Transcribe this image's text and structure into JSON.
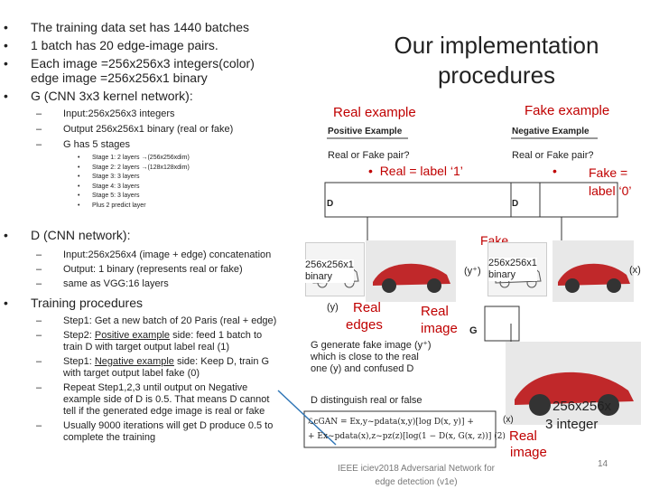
{
  "left": {
    "items": [
      {
        "text": "The training data set has 1440 batches"
      },
      {
        "text": "1 batch has 20 edge-image pairs."
      },
      {
        "text": "Each image =256x256x3 integers(color)"
      },
      {
        "text": "edge image =256x256x1 binary"
      },
      {
        "text": "G (CNN  3x3 kernel network):"
      }
    ],
    "g_sub": [
      "Input:256x256x3 integers",
      "Output 256x256x1 binary (real or fake)",
      "G has 5 stages"
    ],
    "g_stages": [
      "Stage 1: 2 layers →(256x256xdim)",
      "Stage 2: 2 layers →(128x128xdim)",
      "Stage 3: 3 layers",
      "Stage 4: 3 layers",
      "Stage 5: 3 layers",
      "Plus 2 predict layer"
    ],
    "d_head": "D  (CNN network):",
    "d_sub": [
      "Input:256x256x4 (image + edge) concatenation",
      "Output: 1 binary (represents real or fake)",
      "same as VGG:16 layers"
    ],
    "t_head": "Training procedures",
    "t_sub": [
      {
        "pre": "Step1: Get a new batch of 20 Paris (real + edge)",
        "mid": "",
        "post": ""
      },
      {
        "pre": "Step2: ",
        "mid": "Positive example",
        "post": " side: feed 1 batch to"
      },
      {
        "pre": "train D with target output label real (1)",
        "mid": "",
        "post": ""
      },
      {
        "pre": "Step1: ",
        "mid": "Negative example",
        "post": " side: Keep D, train G"
      },
      {
        "pre": "with target output label fake (0)",
        "mid": "",
        "post": ""
      },
      {
        "pre": "Repeat Step1,2,3 until output on Negative",
        "mid": "",
        "post": ""
      },
      {
        "pre": "example side of D is 0.5. That means D cannot",
        "mid": "",
        "post": ""
      },
      {
        "pre": "tell if the generated edge image is real or fake",
        "mid": "",
        "post": ""
      },
      {
        "pre": "Usually 9000 iterations will get D produce 0.5 to",
        "mid": "",
        "post": ""
      },
      {
        "pre": "complete the training",
        "mid": "",
        "post": ""
      }
    ]
  },
  "right": {
    "title_line1": "Our implementation",
    "title_line2": "procedures",
    "real_example": "Real example",
    "fake_example": "Fake example",
    "positive_example": "Positive Example",
    "negative_example": "Negative Example",
    "real_or_fake_pair_1": "Real or Fake pair?",
    "real_or_fake_pair_2": "Real or Fake pair?",
    "real_label": "Real = label ‘1’",
    "fake_label_1": "Fake =",
    "fake_label_2": "label ‘0’",
    "d_left": "D",
    "d_right": "D",
    "fake_word": "Fake",
    "size_left_1": "256x256x1",
    "size_left_2": "binary",
    "size_right_1": "256x256x1",
    "size_right_2": "binary",
    "y_plus": "(y⁺)",
    "x_right": "(x)",
    "y_left": "(y)",
    "real_edges_1": "Real",
    "real_edges_2": "edges",
    "real_image_1": "Real",
    "real_image_2": "image",
    "g_letter": "G",
    "g_generate": "G generate fake image (y⁺)",
    "which_close": "which is close to the real",
    "one_y": "one (y) and confused D",
    "d_distinguish": "D distinguish real or false",
    "formula_line1": "ℒcGAN = Εx,y~pdata(x,y)[log D(x, y)] +",
    "formula_line2": "+ Εx~pdata(x),z~pz(z)[log(1 − D(x, G(x, z))] (2)",
    "x_small": "(x)",
    "size_256_1": "256x256x",
    "size_256_2": "3 integer",
    "real_image_b1": "Real",
    "real_image_b2": "image",
    "footer_1": "IEEE iciev2018 Adversarial Network for",
    "footer_2": "edge detection (v1e)",
    "page_number": "14"
  }
}
